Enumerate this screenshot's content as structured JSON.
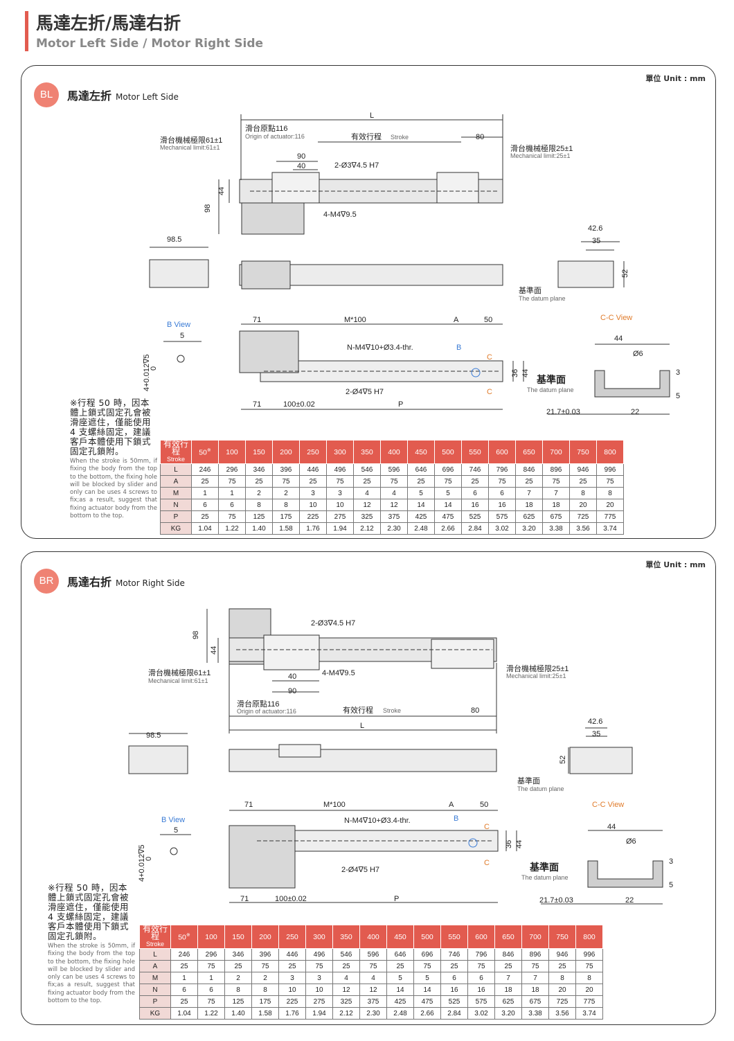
{
  "header": {
    "title": "馬達左折/馬達右折",
    "subtitle": "Motor Left Side / Motor Right Side"
  },
  "labels": {
    "L": "L",
    "num90": "90",
    "num40": "40",
    "num98": "98",
    "num44": "44",
    "num985": "98.5",
    "num80": "80",
    "h7a": "2-Ø3∇4.5 H7",
    "m4": "4-M4∇9.5",
    "n426": "42.6",
    "n35": "35",
    "n52": "52",
    "datum_zh": "基準面",
    "datum_en": "The datum plane",
    "origin_zh": "滑台原點116",
    "origin_en": "Origin of actuator:116",
    "stroke_zh": "有效行程",
    "stroke_en": "Stroke",
    "mech61_zh": "滑台機械極限61±1",
    "mech61_en": "Mechanical limit:61±1",
    "mech25_zh": "滑台機械極限25±1",
    "mech25_en": "Mechanical limit:25±1",
    "bview": "B View",
    "ccview": "C-C View",
    "n5": "5",
    "tol": "4+0.012∇5",
    "tol0": "0",
    "n71": "71",
    "m100": "M*100",
    "A": "A",
    "n50": "50",
    "nm4": "N-M4∇10+Ø3.4-thr.",
    "B": "B",
    "C": "C",
    "n36": "36",
    "h7b": "2-Ø4∇5 H7",
    "n100": "100±0.02",
    "P": "P",
    "n21": "21.7±0.03",
    "n22": "22",
    "n3": "3",
    "phi6": "Ø6",
    "n5b": "5"
  },
  "panels": [
    {
      "badge": "BL",
      "title_zh": "馬達左折",
      "title_en": "Motor Left Side",
      "unit": "單位 Unit : mm",
      "note_zh": "※行程 50 時，因本體上鎖式固定孔會被滑座遮住，僅能使用 4 支螺絲固定，建議客戶本體使用下鎖式固定孔鎖附。",
      "note_en": "When the stroke is 50mm, if fixing the body from the top to the bottom, the fixing hole will be blocked by slider and only can be uses 4 screws to fix;as a result, suggest that fixing actuator body from the bottom to the top."
    },
    {
      "badge": "BR",
      "title_zh": "馬達右折",
      "title_en": "Motor Right Side",
      "unit": "單位 Unit : mm",
      "note_zh": "※行程 50 時，因本體上鎖式固定孔會被滑座遮住，僅能使用 4 支螺絲固定，建議客戶本體使用下鎖式固定孔鎖附。",
      "note_en": "When the stroke is 50mm, if fixing the body from the top to the bottom, the fixing hole will be blocked by slider and only can be uses 4 screws to fix;as a result, suggest that fixing actuator body from the bottom to the top."
    }
  ],
  "table": {
    "corner_zh": "有效行程",
    "corner_en": "Stroke",
    "mark": "※",
    "strokes": [
      "50",
      "100",
      "150",
      "200",
      "250",
      "300",
      "350",
      "400",
      "450",
      "500",
      "550",
      "600",
      "650",
      "700",
      "750",
      "800"
    ],
    "rows": [
      {
        "label": "L",
        "values": [
          "246",
          "296",
          "346",
          "396",
          "446",
          "496",
          "546",
          "596",
          "646",
          "696",
          "746",
          "796",
          "846",
          "896",
          "946",
          "996"
        ]
      },
      {
        "label": "A",
        "values": [
          "25",
          "75",
          "25",
          "75",
          "25",
          "75",
          "25",
          "75",
          "25",
          "75",
          "25",
          "75",
          "25",
          "75",
          "25",
          "75"
        ]
      },
      {
        "label": "M",
        "values": [
          "1",
          "1",
          "2",
          "2",
          "3",
          "3",
          "4",
          "4",
          "5",
          "5",
          "6",
          "6",
          "7",
          "7",
          "8",
          "8"
        ]
      },
      {
        "label": "N",
        "values": [
          "6",
          "6",
          "8",
          "8",
          "10",
          "10",
          "12",
          "12",
          "14",
          "14",
          "16",
          "16",
          "18",
          "18",
          "20",
          "20"
        ]
      },
      {
        "label": "P",
        "values": [
          "25",
          "75",
          "125",
          "175",
          "225",
          "275",
          "325",
          "375",
          "425",
          "475",
          "525",
          "575",
          "625",
          "675",
          "725",
          "775"
        ]
      },
      {
        "label": "KG",
        "values": [
          "1.04",
          "1.22",
          "1.40",
          "1.58",
          "1.76",
          "1.94",
          "2.12",
          "2.30",
          "2.48",
          "2.66",
          "2.84",
          "3.02",
          "3.20",
          "3.38",
          "3.56",
          "3.74"
        ]
      }
    ]
  }
}
